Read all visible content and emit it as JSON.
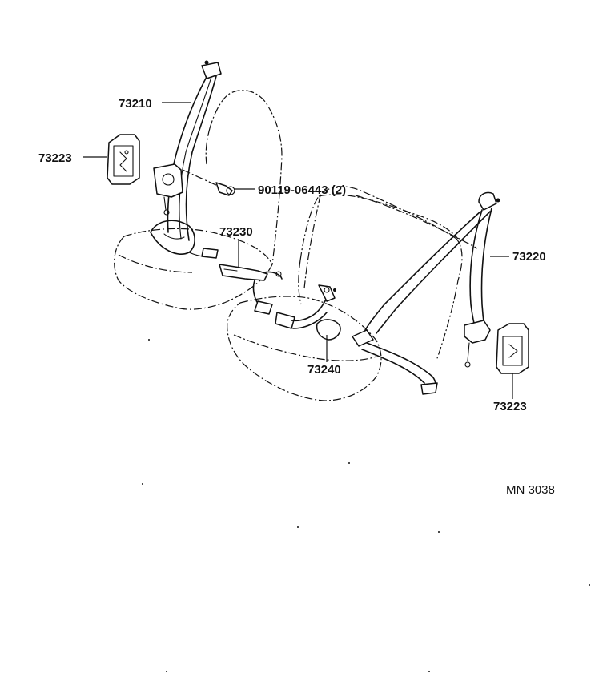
{
  "labels": {
    "shoulder_belt_left": "73210",
    "shoulder_belt_right": "73220",
    "cover_left": "73223",
    "cover_right": "73223",
    "buckle_center": "73230",
    "buckle_right_center": "73240",
    "bolt": "90119-06443 (2)"
  },
  "drawing_code": "MN  3038"
}
